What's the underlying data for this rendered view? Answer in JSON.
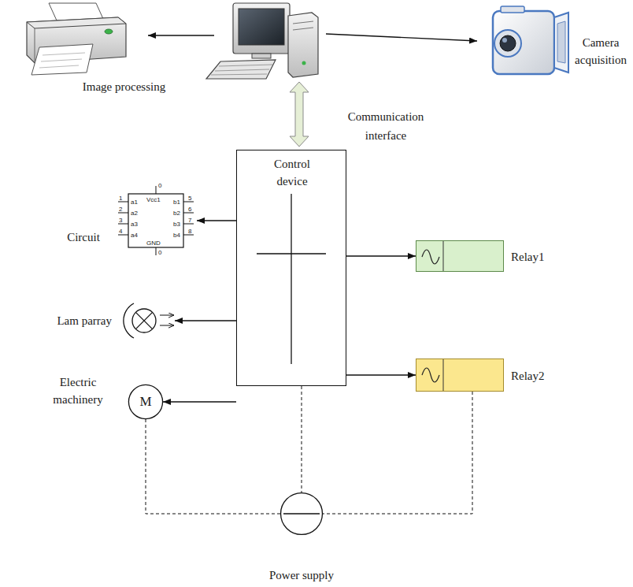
{
  "diagram": {
    "nodes": [
      {
        "text": [
          "Image processing"
        ]
      },
      {
        "text": [
          "Camera acquisition"
        ]
      },
      {
        "text": [
          "Circuit"
        ]
      },
      {
        "text": [
          "Control device"
        ]
      },
      {
        "text": [
          "Relay1"
        ]
      },
      {
        "text": [
          "Lam parray"
        ]
      },
      {
        "text": [
          "M",
          "Electric machinery"
        ]
      },
      {
        "text": [
          "Relay2"
        ]
      },
      {
        "text": [
          "Power supply"
        ]
      }
    ],
    "edges": [
      {
        "from": 3,
        "to": 2,
        "arrow": "to"
      },
      {
        "from": 3,
        "to": 5,
        "arrow": "to"
      },
      {
        "from": 3,
        "to": 6,
        "arrow": "to"
      },
      {
        "from": 3,
        "to": 4,
        "arrow": "to"
      },
      {
        "from": 3,
        "to": 7,
        "arrow": "to"
      },
      {
        "from": 6,
        "to": 8,
        "arrow": "none"
      },
      {
        "from": 3,
        "to": 8,
        "arrow": "none"
      },
      {
        "from": 7,
        "to": 8,
        "arrow": "none"
      }
    ],
    "labels": [
      "1",
      "2",
      "3",
      "4",
      "a1",
      "a2",
      "a3",
      "a4",
      "Vcc1",
      "GND",
      "b1",
      "b2",
      "b3",
      "b4",
      "5",
      "6",
      "7",
      "8",
      "0",
      "0",
      "Communication interface"
    ]
  }
}
